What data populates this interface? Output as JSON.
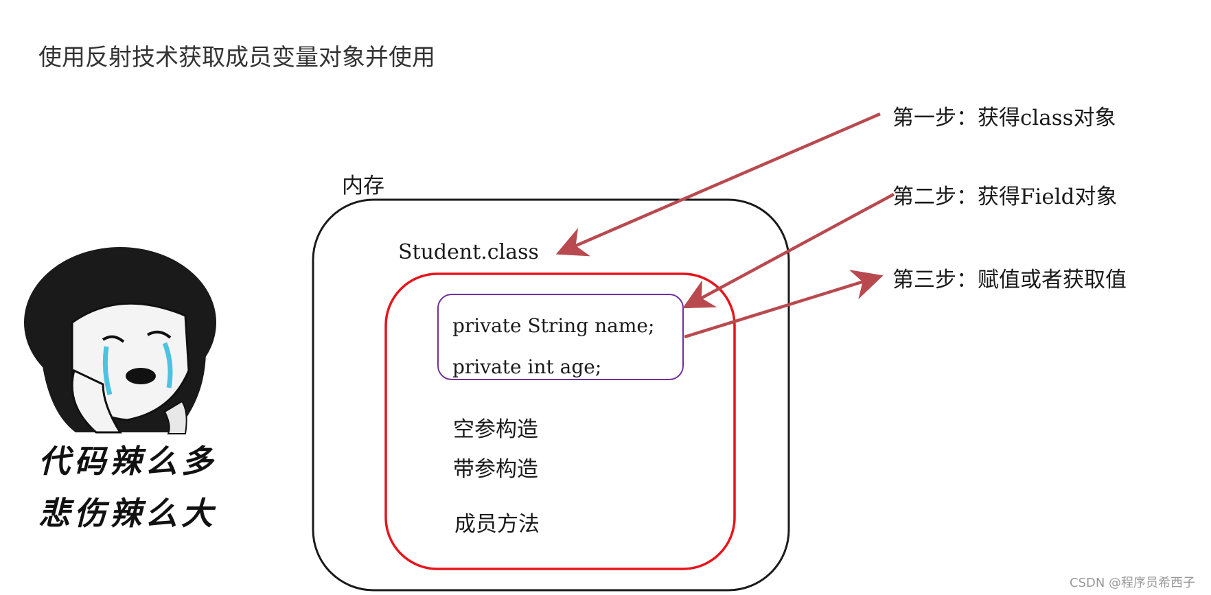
{
  "title": "使用反射技术获取成员变量对象并使用",
  "memory_label": "内存",
  "class_label": "Student.class",
  "fields": [
    "private String name;",
    "private int age;"
  ],
  "constructors": [
    "空参构造",
    "带参构造"
  ],
  "methods_label": "成员方法",
  "steps": [
    "第一步：获得class对象",
    "第二步：获得Field对象",
    "第三步：赋值或者获取值"
  ],
  "meme": {
    "line1": "代码辣么多",
    "line2": "悲伤辣么大"
  },
  "watermark": "CSDN @程序员希西子",
  "colors": {
    "memory_border": "#1a1a1a",
    "class_border": "#e8141b",
    "field_border": "#7030a0",
    "arrow": "#b84a4f"
  }
}
